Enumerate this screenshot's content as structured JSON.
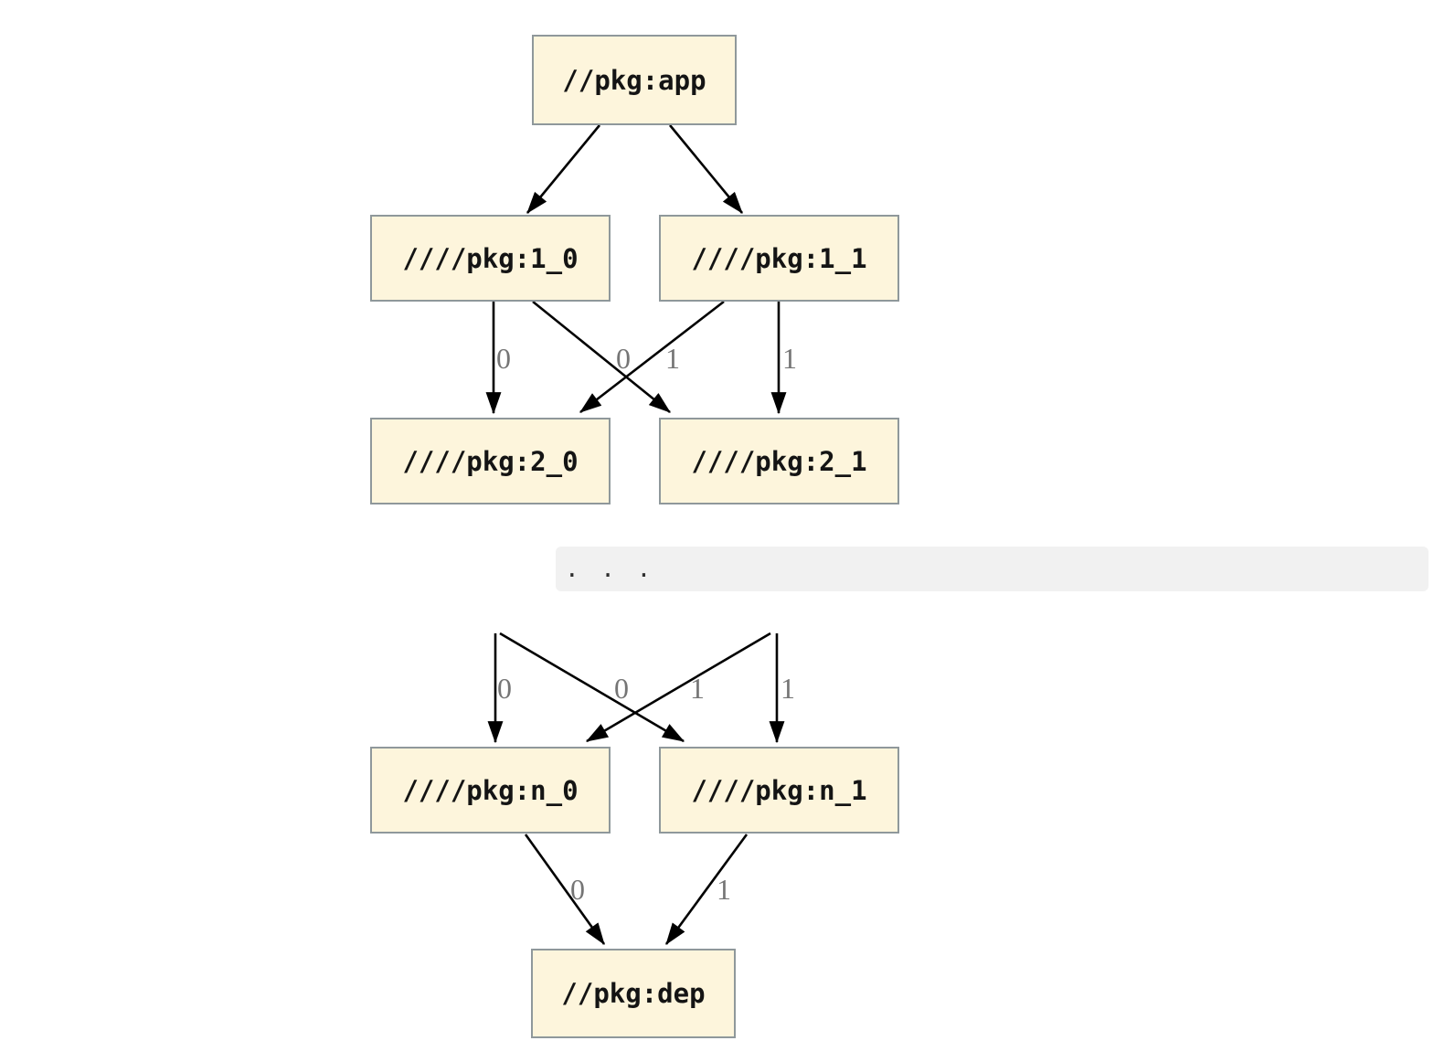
{
  "diagram": {
    "type": "dependency-graph",
    "nodes": [
      {
        "id": "app",
        "label": "//pkg:app"
      },
      {
        "id": "1_0",
        "label": "////pkg:1_0"
      },
      {
        "id": "1_1",
        "label": "////pkg:1_1"
      },
      {
        "id": "2_0",
        "label": "////pkg:2_0"
      },
      {
        "id": "2_1",
        "label": "////pkg:2_1"
      },
      {
        "id": "n_0",
        "label": "////pkg:n_0"
      },
      {
        "id": "n_1",
        "label": "////pkg:n_1"
      },
      {
        "id": "dep",
        "label": "//pkg:dep"
      }
    ],
    "edges": [
      {
        "from": "app",
        "to": "1_0",
        "label": ""
      },
      {
        "from": "app",
        "to": "1_1",
        "label": ""
      },
      {
        "from": "1_0",
        "to": "2_0",
        "label": "0"
      },
      {
        "from": "1_0",
        "to": "2_1",
        "label": "1"
      },
      {
        "from": "1_1",
        "to": "2_0",
        "label": "0"
      },
      {
        "from": "1_1",
        "to": "2_1",
        "label": "1"
      },
      {
        "from": "...",
        "to": "n_0",
        "label": "0"
      },
      {
        "from": "...",
        "to": "n_1",
        "label": "1"
      },
      {
        "from": "...",
        "to": "n_0",
        "label": "0"
      },
      {
        "from": "...",
        "to": "n_1",
        "label": "1"
      },
      {
        "from": "n_0",
        "to": "dep",
        "label": "0"
      },
      {
        "from": "n_1",
        "to": "dep",
        "label": "1"
      }
    ],
    "ellipsis": ". . .",
    "colors": {
      "background": "#ffffff",
      "node_fill": "#fdf5dc",
      "node_border": "#8f989b",
      "edge": "#000000",
      "edge_label": "#757575",
      "band_bg": "#f1f1f1"
    }
  }
}
